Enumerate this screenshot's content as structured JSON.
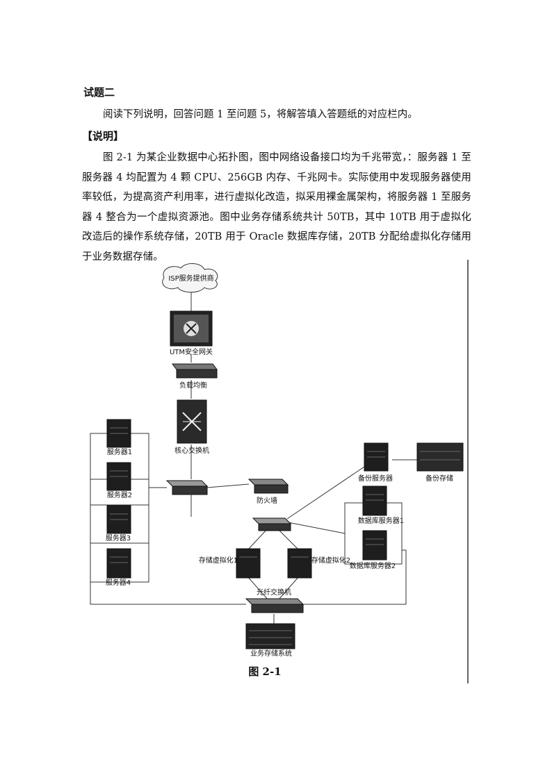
{
  "question": {
    "title": "试题二",
    "intro": "阅读下列说明，回答问题 1 至问题 5，将解答填入答题纸的对应栏内。",
    "section_label": "【说明】",
    "body": "图 2-1 为某企业数据中心拓扑图，图中网络设备接口均为千兆带宽，：服务器 1 至服务器 4 均配置为 4 颗 CPU、256GB 内存、千兆网卡。实际使用中发现服务器使用率较低，为提高资产利用率，进行虚拟化改造，拟采用裸金属架构，将服务器 1 至服务器 4 整合为一个虚拟资源池。图中业务存储系统共计 50TB，其中 10TB 用于虚拟化改造后的操作系统存储，20TB 用于 Oracle 数据库存储，20TB 分配给虚拟化存储用于业务数据存储。"
  },
  "figure": {
    "caption": "图 2-1",
    "labels": {
      "isp": "ISP服务提供商",
      "utm": "UTM安全网关",
      "load_balancer": "负载均衡",
      "core_switch": "核心交换机",
      "firewall": "防火墙",
      "server1": "服务器1",
      "server2": "服务器2",
      "server3": "服务器3",
      "server4": "服务器4",
      "backup_server": "备份服务器",
      "backup_storage": "备份存储",
      "db_server1": "数据库服务器1",
      "db_server2": "数据库服务器2",
      "storage_virt1": "存储虚拟化1",
      "storage_virt2": "存储虚拟化2",
      "fc_switch": "光纤交换机",
      "business_storage": "业务存储系统"
    }
  }
}
